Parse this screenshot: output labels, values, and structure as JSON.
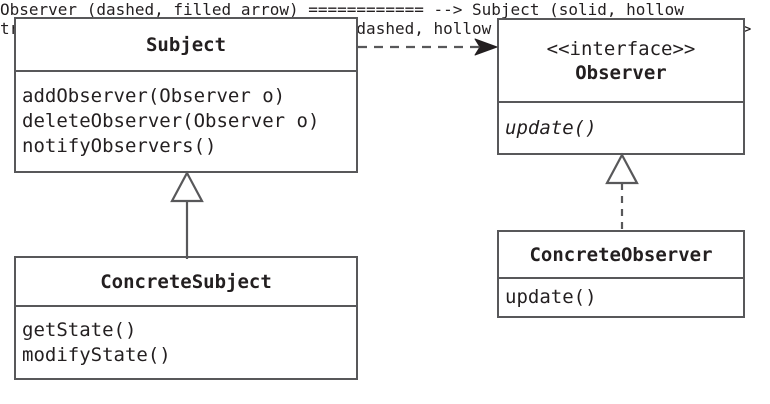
{
  "diagram": {
    "title": "Observer Pattern UML Class Diagram",
    "type": "uml-class-diagram",
    "colors": {
      "stroke": "#58585a",
      "fill": "#ffffff",
      "text": "#231f20"
    },
    "classes": [
      {
        "id": "subject",
        "name": "Subject",
        "stereotype": "",
        "abstract": false,
        "members": [
          "addObserver(Observer o)",
          "deleteObserver(Observer o)",
          "notifyObservers()"
        ]
      },
      {
        "id": "observer",
        "name": "Observer",
        "stereotype": "<<interface>>",
        "abstract": true,
        "members": [
          "update()"
        ]
      },
      {
        "id": "concrete-subject",
        "name": "ConcreteSubject",
        "stereotype": "",
        "abstract": false,
        "members": [
          "getState()",
          "modifyState()"
        ]
      },
      {
        "id": "concrete-observer",
        "name": "ConcreteObserver",
        "stereotype": "",
        "abstract": false,
        "members": [
          "update()"
        ]
      }
    ],
    "relationships": [
      {
        "id": "subject-to-observer",
        "kind": "association",
        "line": "dashed",
        "arrowhead": "filled-arrow",
        "from": "Subject",
        "to": "Observer",
        "label": ""
      },
      {
        "id": "concrete-subject-to-subject",
        "kind": "generalization",
        "line": "solid",
        "arrowhead": "hollow-triangle",
        "from": "ConcreteSubject",
        "to": "Subject",
        "label": ""
      },
      {
        "id": "concrete-observer-to-observer",
        "kind": "realization",
        "line": "dashed",
        "arrowhead": "hollow-triangle",
        "from": "ConcreteObserver",
        "to": "Observer",
        "label": ""
      }
    ]
  }
}
